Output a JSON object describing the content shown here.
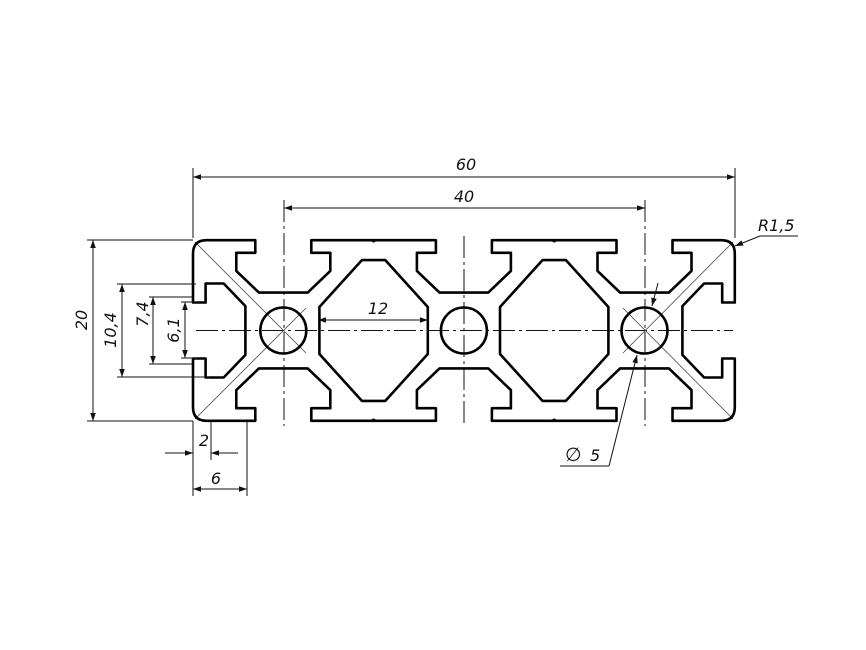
{
  "drawing": {
    "title": "Aluminium profile 20x60 cross-section",
    "dimensions": {
      "overall_width": "60",
      "hole_spacing": "40",
      "corner_radius": "R1,5",
      "height": "20",
      "slot_inner_width": "10,4",
      "slot_width_7_4": "7,4",
      "slot_opening": "6,1",
      "cavity_width": "12",
      "lip_thickness": "2",
      "slot_depth": "6",
      "hole_diameter": "5",
      "diameter_symbol": "∅"
    }
  }
}
